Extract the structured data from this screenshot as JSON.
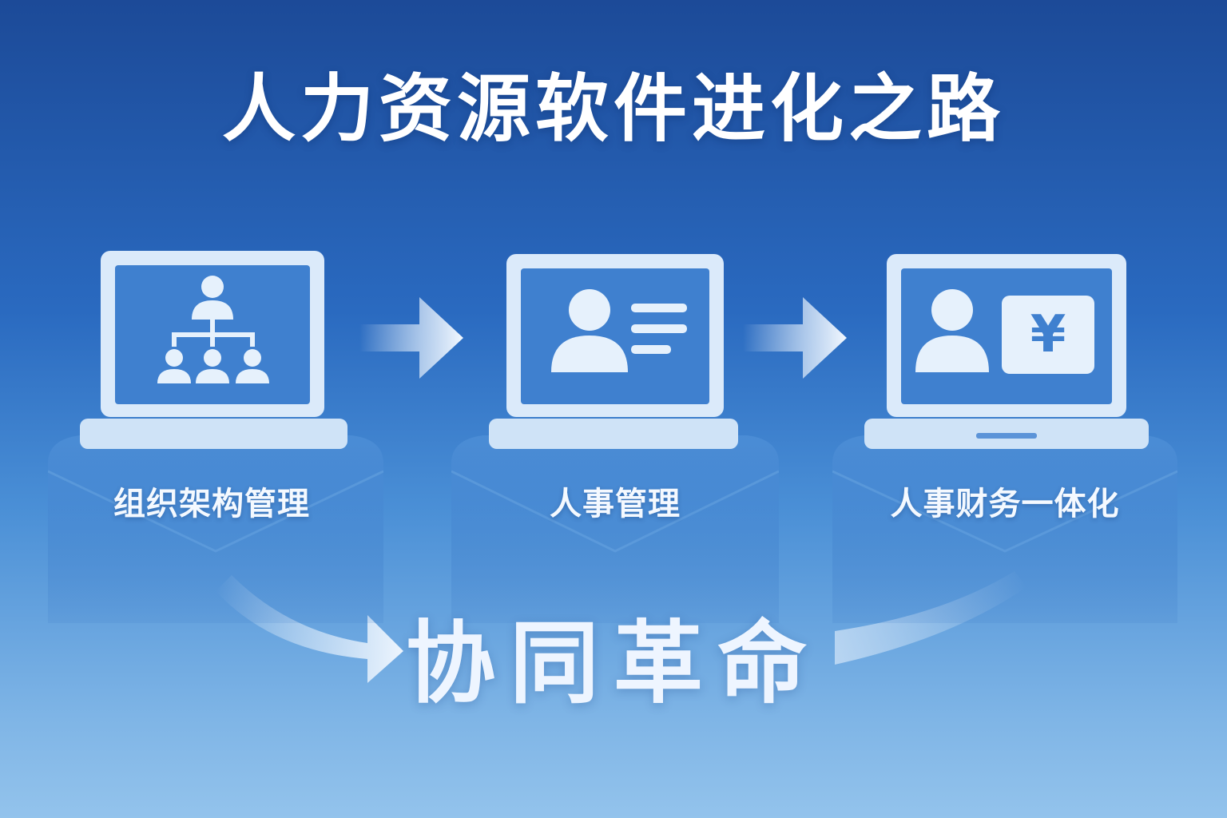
{
  "title": "人力资源软件进化之路",
  "steps": [
    {
      "label": "组织架构管理",
      "icon": "org-chart-icon"
    },
    {
      "label": "人事管理",
      "icon": "profile-card-icon"
    },
    {
      "label": "人事财务一体化",
      "icon": "person-yuan-icon",
      "symbol": "¥"
    }
  ],
  "bottom": {
    "text": "协同革命"
  },
  "colors": {
    "bg_top": "#1c4a98",
    "bg_bottom": "#93c3ec",
    "icon_fill": "#e6f1fc",
    "laptop_frame": "#d9eafa"
  }
}
